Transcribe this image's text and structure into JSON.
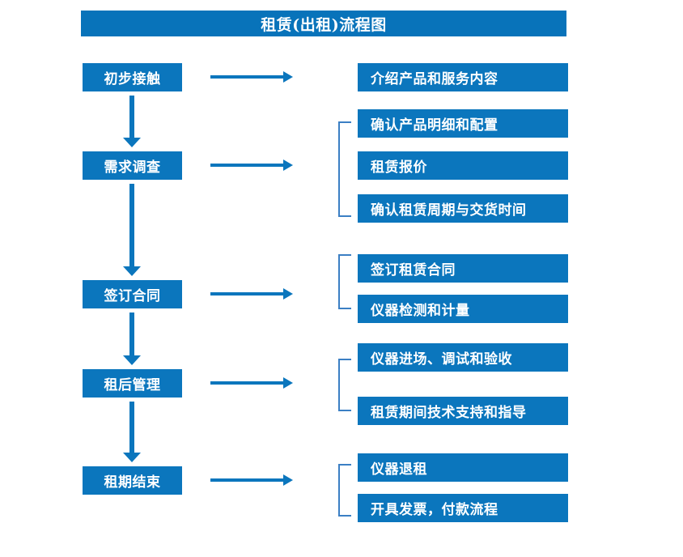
{
  "title": "租赁(出租)流程图",
  "colors": {
    "title_bar": "#0873ba",
    "box_fill": "#0b76bd",
    "box_text": "#ffffff",
    "arrow": "#0b76bd",
    "bracket": "#3b7fc4",
    "background": "#ffffff"
  },
  "stages": [
    {
      "label": "初步接触"
    },
    {
      "label": "需求调查"
    },
    {
      "label": "签订合同"
    },
    {
      "label": "租后管理"
    },
    {
      "label": "租期结束"
    }
  ],
  "details": [
    {
      "label": "介绍产品和服务内容"
    },
    {
      "label": "确认产品明细和配置"
    },
    {
      "label": "租赁报价"
    },
    {
      "label": "确认租赁周期与交货时间"
    },
    {
      "label": "签订租赁合同"
    },
    {
      "label": "仪器检测和计量"
    },
    {
      "label": "仪器进场、调试和验收"
    },
    {
      "label": "租赁期间技术支持和指导"
    },
    {
      "label": "仪器退租"
    },
    {
      "label": "开具发票，付款流程"
    }
  ],
  "groups": [
    {
      "stage": "初步接触",
      "items": [
        "介绍产品和服务内容"
      ],
      "bracketed": false
    },
    {
      "stage": "需求调查",
      "items": [
        "确认产品明细和配置",
        "租赁报价",
        "确认租赁周期与交货时间"
      ],
      "bracketed": true
    },
    {
      "stage": "签订合同",
      "items": [
        "签订租赁合同",
        "仪器检测和计量"
      ],
      "bracketed": true
    },
    {
      "stage": "租后管理",
      "items": [
        "仪器进场、调试和验收",
        "租赁期间技术支持和指导"
      ],
      "bracketed": true
    },
    {
      "stage": "租期结束",
      "items": [
        "仪器退租",
        "开具发票，付款流程"
      ],
      "bracketed": true
    }
  ]
}
